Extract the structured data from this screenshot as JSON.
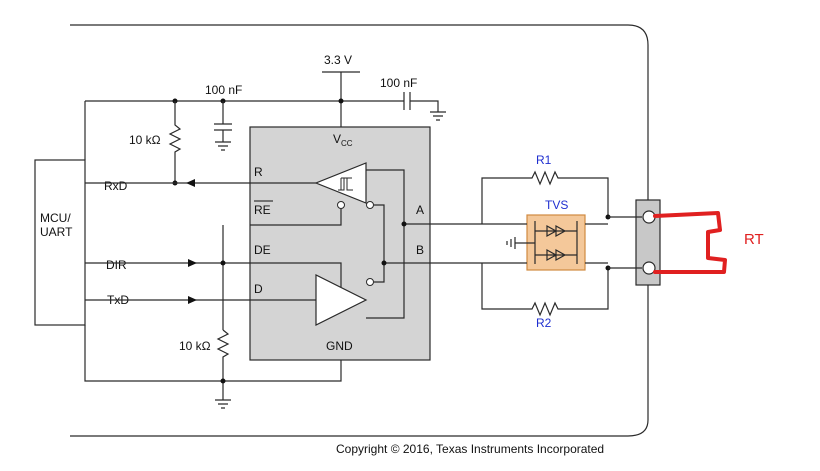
{
  "labels": {
    "supply_voltage": "3.3 V",
    "cap_top": "100 nF",
    "cap_right": "100 nF",
    "res_top": "10 kΩ",
    "res_bottom": "10 kΩ",
    "vcc": "V",
    "vcc_sub": "CC",
    "pin_r": "R",
    "pin_re": "RE",
    "pin_de": "DE",
    "pin_d": "D",
    "gnd": "GND",
    "pin_a": "A",
    "pin_b": "B",
    "mcu_line1": "MCU/",
    "mcu_line2": "UART",
    "sig_rxd": "RxD",
    "sig_dir": "DIR",
    "sig_txd": "TxD",
    "r1": "R1",
    "r2": "R2",
    "tvs": "TVS",
    "rt": "RT",
    "copyright": "Copyright © 2016, Texas Instruments Incorporated"
  },
  "colors": {
    "wire": "#2a2a2a",
    "ic_fill": "#d4d4d4",
    "tvs_fill": "#f4c89a",
    "tvs_stroke": "#d08a40",
    "connector_fill": "#c8c8c8",
    "rt_red": "#e02020",
    "label_blue": "#1f2fd0"
  }
}
